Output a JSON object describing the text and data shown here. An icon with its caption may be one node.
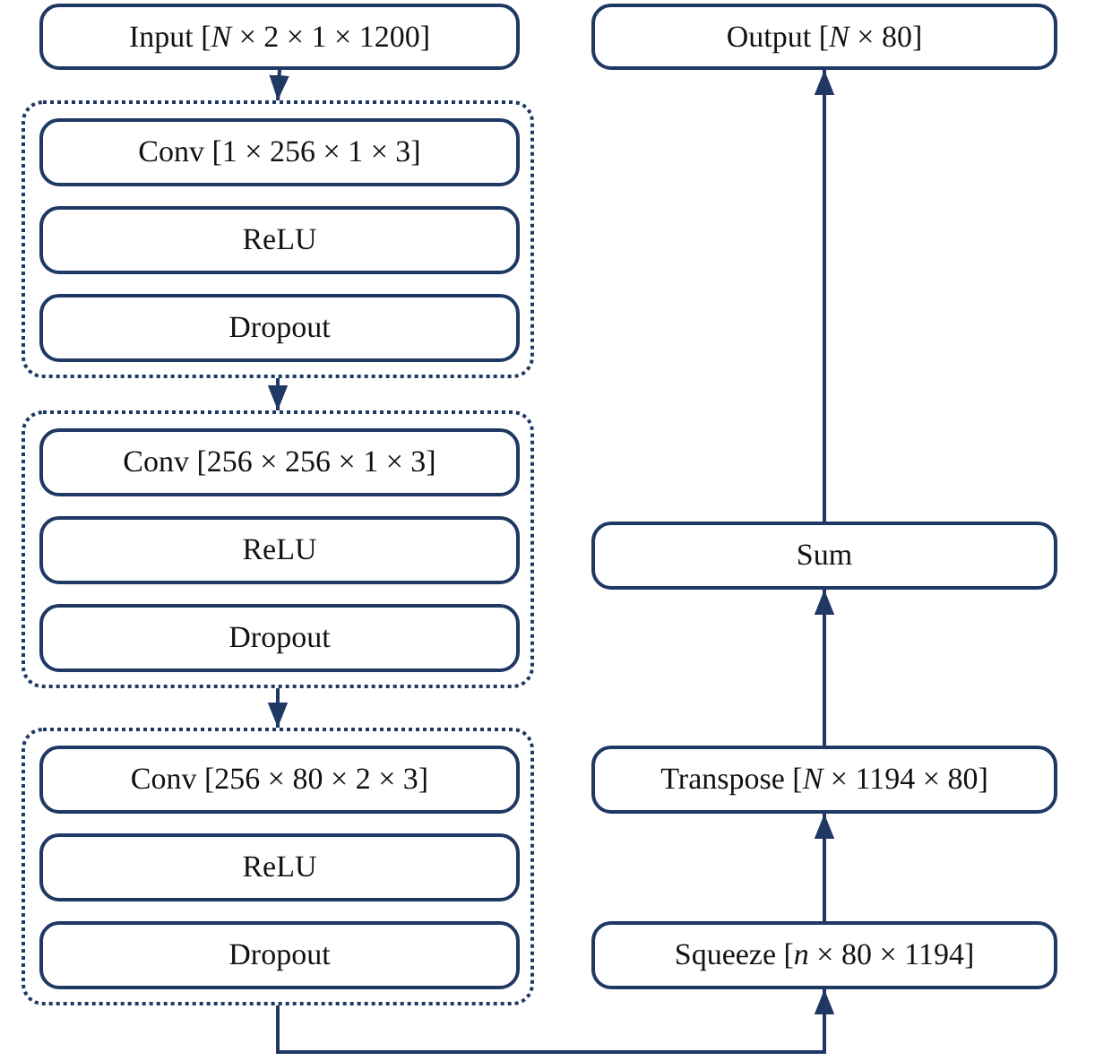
{
  "diagram": {
    "nodes": [
      {
        "text": [
          "Input [*N* × 2 × 1 × 1200]"
        ]
      },
      {
        "text": [
          "Output [*N* × 80]"
        ]
      },
      {
        "text": [],
        "shape": "box"
      },
      {
        "text": [
          "Conv [1 × 256 × 1 × 3]"
        ],
        "in": 2
      },
      {
        "text": [
          "ReLU"
        ],
        "in": 2
      },
      {
        "text": [
          "Dropout"
        ],
        "in": 2
      },
      {
        "text": [],
        "shape": "box"
      },
      {
        "text": [
          "Conv [256 × 256 × 1 × 3]"
        ],
        "in": 6
      },
      {
        "text": [
          "ReLU"
        ],
        "in": 6
      },
      {
        "text": [
          "Dropout"
        ],
        "in": 6
      },
      {
        "text": [
          "Sum"
        ]
      },
      {
        "text": [],
        "shape": "box"
      },
      {
        "text": [
          "Conv [256 × 80 × 2 × 3]"
        ],
        "in": 11
      },
      {
        "text": [
          "ReLU"
        ],
        "in": 11
      },
      {
        "text": [
          "Dropout"
        ],
        "in": 11
      },
      {
        "text": [
          "Transpose [*N* × 1194 × 80]"
        ]
      },
      {
        "text": [
          "Squeeze [*n* × 80 × 1194]"
        ]
      }
    ],
    "edges": [
      {
        "from": 0,
        "to": 2,
        "arrow": "to"
      },
      {
        "from": 2,
        "to": 6,
        "arrow": "to"
      },
      {
        "from": 6,
        "to": 11,
        "arrow": "to"
      },
      {
        "from": 11,
        "to": 16,
        "arrow": "to"
      },
      {
        "from": 16,
        "to": 15,
        "arrow": "to"
      },
      {
        "from": 15,
        "to": 10,
        "arrow": "to"
      },
      {
        "from": 10,
        "to": 1,
        "arrow": "to"
      }
    ]
  }
}
